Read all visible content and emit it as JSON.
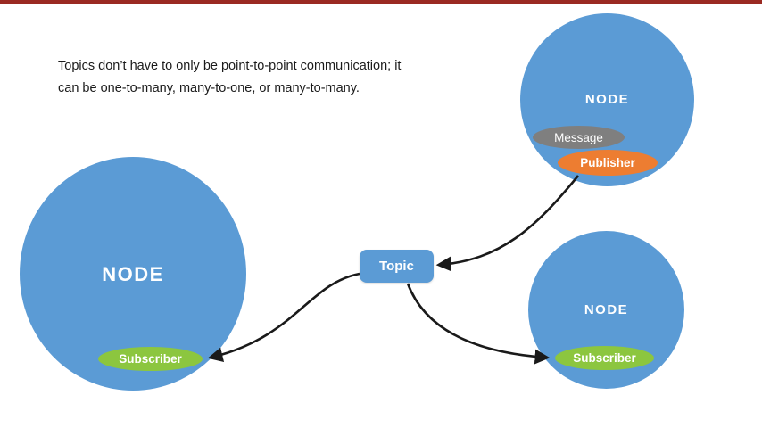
{
  "top_bar": {
    "color": "#9a2a22"
  },
  "caption": {
    "line1": "Topics don’t have to only be point-to-point communication; it",
    "line2": "can be one-to-many, many-to-one, or many-to-many."
  },
  "colors": {
    "node_blue": "#5b9bd5",
    "publisher_orange": "#ed7d31",
    "subscriber_green": "#8cc63f",
    "message_gray": "#7f7f7f",
    "arrow_black": "#1a1a1a",
    "background": "#ffffff"
  },
  "nodes": {
    "left": {
      "label": "NODE",
      "subscriber_label": "Subscriber"
    },
    "top_right": {
      "label": "NODE",
      "message_label": "Message",
      "publisher_label": "Publisher"
    },
    "bottom_right": {
      "label": "NODE",
      "subscriber_label": "Subscriber"
    }
  },
  "topic": {
    "label": "Topic"
  },
  "arrows": [
    {
      "name": "publisher-to-topic",
      "from": "publisher",
      "to": "topic"
    },
    {
      "name": "topic-to-left-subscriber",
      "from": "topic",
      "to": "left-subscriber"
    },
    {
      "name": "topic-to-bottom-right-subscriber",
      "from": "topic",
      "to": "bottom-right-subscriber"
    }
  ]
}
